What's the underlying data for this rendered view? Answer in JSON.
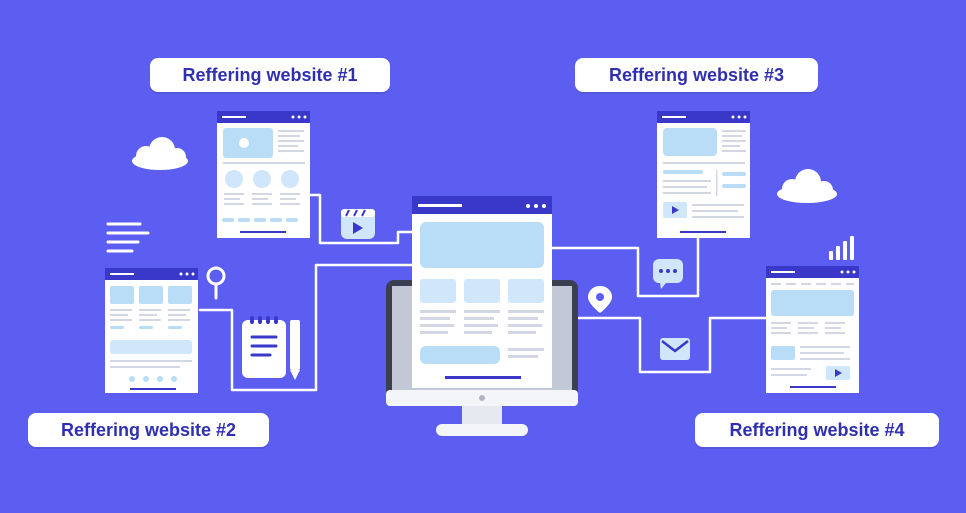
{
  "labels": {
    "site_1": "Reffering website #1",
    "site_2": "Reffering website #2",
    "site_3": "Reffering website #3",
    "site_4": "Reffering website #4"
  },
  "colors": {
    "background": "#5b5ef0",
    "window_header": "#3a38c8",
    "window_body": "#ffffff",
    "placeholder": "#b9dcf7",
    "text_line": "#d3d7e4",
    "connector": "#ffffff",
    "label_text": "#2f2fb0"
  },
  "icons": [
    "cloud-icon",
    "video-play-icon",
    "magnifier-icon",
    "notepad-icon",
    "pencil-icon",
    "chat-bubble-icon",
    "location-pin-icon",
    "envelope-icon",
    "bar-chart-icon",
    "text-lines-icon",
    "monitor-icon"
  ]
}
